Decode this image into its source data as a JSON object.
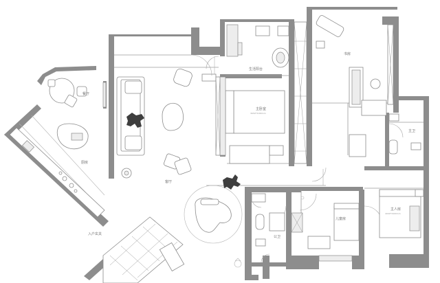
{
  "rooms": {
    "dining": "餐厅",
    "kitchen": "厨房",
    "living": "客厅",
    "entry": "入户玄关",
    "laundry": "生活阳台",
    "master_bedroom": "主卧室",
    "master_bedroom_size": "3650*3180mm",
    "study": "书房",
    "bath_right": "主卫",
    "bath_center": "公卫",
    "kids_room": "儿童房",
    "second_bedroom": "主人房",
    "second_bedroom_size": "4000*3400mm"
  },
  "colors": {
    "wall": "#8d8d8d",
    "accent_dark": "#3e3e3e"
  }
}
